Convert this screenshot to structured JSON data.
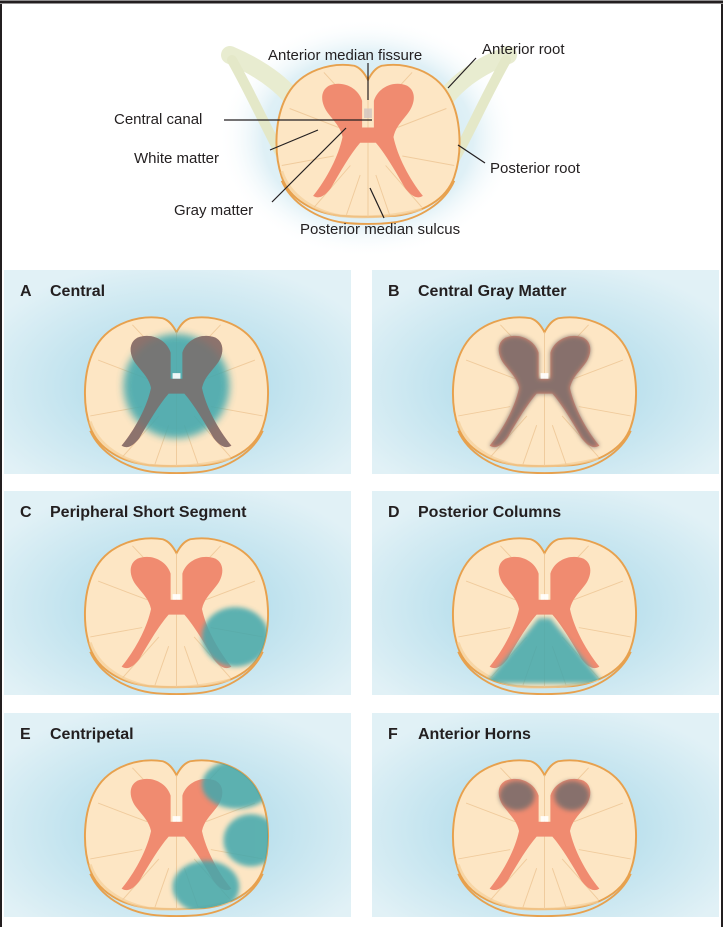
{
  "colors": {
    "frame_line": "#231f20",
    "panel_bg": "#d9eef4",
    "panel_glow": "#9fd3e6",
    "cord_fill": "#fde6c4",
    "cord_outline": "#e7a14e",
    "gray_matter": "#f08b70",
    "lesion": "#3fa7ad",
    "shaded_gray": "#7b6e6c"
  },
  "top_diagram": {
    "labels": {
      "anterior_median_fissure": "Anterior median fissure",
      "anterior_root": "Anterior root",
      "central_canal": "Central canal",
      "white_matter": "White matter",
      "posterior_root": "Posterior root",
      "gray_matter": "Gray matter",
      "posterior_median_sulcus": "Posterior median sulcus"
    }
  },
  "panels": [
    {
      "letter": "A",
      "title": "Central",
      "pattern": "central"
    },
    {
      "letter": "B",
      "title": "Central Gray Matter",
      "pattern": "central-gray-matter"
    },
    {
      "letter": "C",
      "title": "Peripheral Short Segment",
      "pattern": "peripheral-short-segment"
    },
    {
      "letter": "D",
      "title": "Posterior Columns",
      "pattern": "posterior-columns"
    },
    {
      "letter": "E",
      "title": "Centripetal",
      "pattern": "centripetal"
    },
    {
      "letter": "F",
      "title": "Anterior Horns",
      "pattern": "anterior-horns"
    }
  ]
}
